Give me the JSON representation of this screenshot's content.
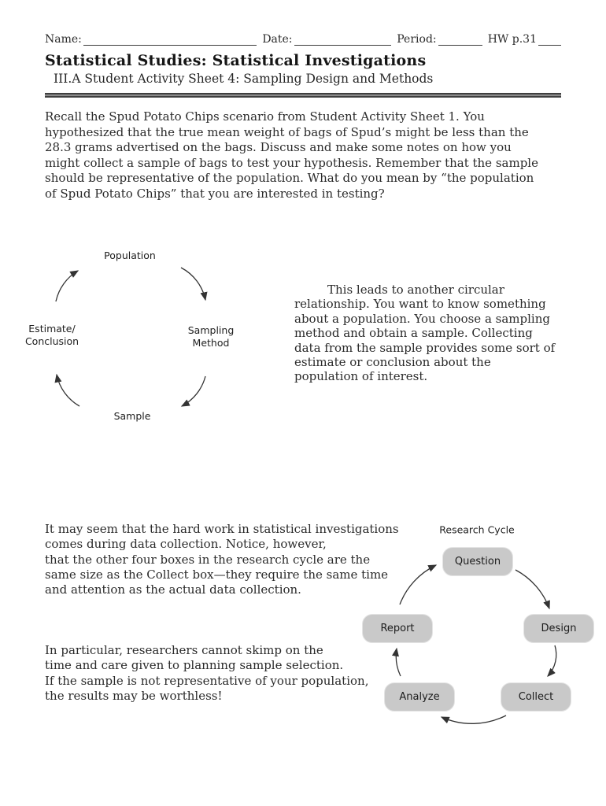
{
  "document": {
    "header": {
      "name_label": "Name:",
      "date_label": "Date:",
      "period_label": "Period:",
      "hw_label": "HW p.31"
    },
    "title": "Statistical Studies: Statistical Investigations",
    "subtitle": "III.A Student Activity Sheet 4: Sampling Design and Methods",
    "intro_paragraph": "Recall the Spud Potato Chips scenario from Student Activity Sheet 1. You\nhypothesized that the true mean weight of bags of Spud’s might be less than the\n28.3 grams advertised on the bags. Discuss and make some notes on how you\nmight collect a sample of bags to test your hypothesis. Remember that the sample\nshould be representative of the population. What do you mean by “the population\nof Spud Potato Chips” that you are interested in testing?",
    "cycle_explanation": "This leads to another circular\nrelationship. You want to know something\nabout a population. You choose a sampling\nmethod and obtain a sample. Collecting\ndata from the sample provides some sort of\nestimate or conclusion about the\npopulation of interest.",
    "research_paragraph": "It may seem that the hard work in statistical investigations\ncomes during data collection. Notice, however,\nthat the other four boxes in the research cycle are the\nsame size as the Collect box—they require the same time\nand attention as the actual data collection.",
    "warning_paragraph": "In particular, researchers cannot skimp on the\ntime and care given to planning sample selection.\nIf the sample is not representative of your population,\nthe results may be worthless!"
  },
  "sampling_cycle": {
    "top": "Population",
    "right": "Sampling\nMethod",
    "bottom": "Sample",
    "left": "Estimate/\nConclusion"
  },
  "research_cycle": {
    "title": "Research Cycle",
    "question": "Question",
    "design": "Design",
    "collect": "Collect",
    "analyze": "Analyze",
    "report": "Report"
  },
  "colors": {
    "box_fill": "#c9c9c9",
    "divider_dark": "#3f3f3f",
    "text": "#2a2a2a",
    "arrow": "#333333"
  }
}
